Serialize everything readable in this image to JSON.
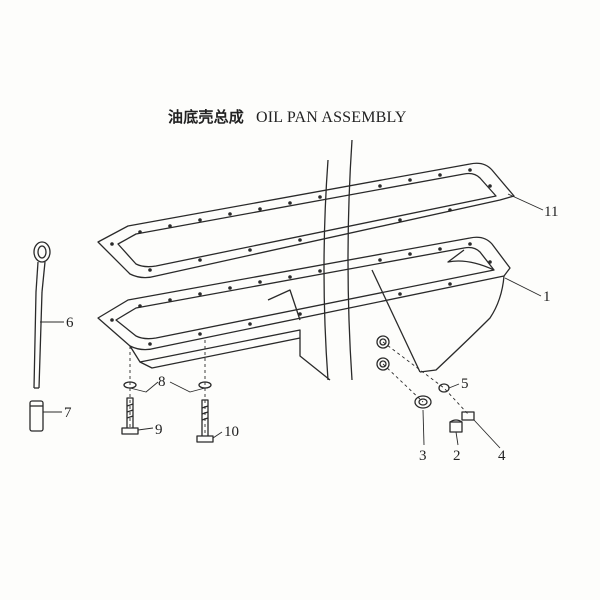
{
  "title": {
    "zh": "油底壳总成",
    "en": "OIL PAN ASSEMBLY"
  },
  "callouts": [
    {
      "id": "c1",
      "label": "1"
    },
    {
      "id": "c2",
      "label": "2"
    },
    {
      "id": "c3",
      "label": "3"
    },
    {
      "id": "c4",
      "label": "4"
    },
    {
      "id": "c5",
      "label": "5"
    },
    {
      "id": "c6",
      "label": "6"
    },
    {
      "id": "c7",
      "label": "7"
    },
    {
      "id": "c8",
      "label": "8"
    },
    {
      "id": "c9",
      "label": "9"
    },
    {
      "id": "c10",
      "label": "10"
    },
    {
      "id": "c11",
      "label": "11"
    }
  ],
  "colors": {
    "line": "#2a2a2a",
    "background": "#fdfdfb"
  }
}
